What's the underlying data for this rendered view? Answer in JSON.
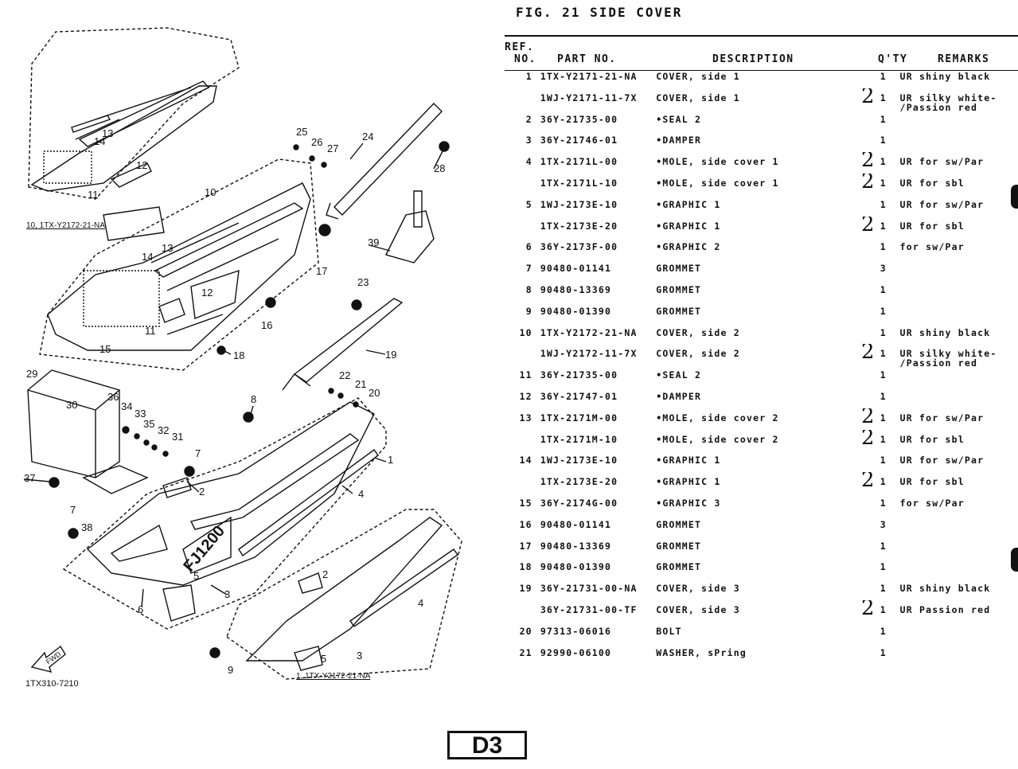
{
  "figure": {
    "title": "FIG. 21  SIDE COVER"
  },
  "headers": {
    "ref": "REF.",
    "no": "NO.",
    "part_no": "PART NO.",
    "description": "DESCRIPTION",
    "qty": "Q'TY",
    "remarks": "REMARKS"
  },
  "rows": [
    {
      "ref": "1",
      "part": "1TX-Y2171-21-NA",
      "desc": "COVER, side 1",
      "hand": "",
      "qty": "1",
      "rem": "UR shiny black"
    },
    {
      "ref": "",
      "part": "1WJ-Y2171-11-7X",
      "desc": "COVER, side 1",
      "hand": "2",
      "qty": "1",
      "rem": "UR silky white-\n/Passion red"
    },
    {
      "ref": "2",
      "part": "36Y-21735-00",
      "desc": "•SEAL 2",
      "hand": "",
      "qty": "1",
      "rem": ""
    },
    {
      "ref": "3",
      "part": "36Y-21746-01",
      "desc": "•DAMPER",
      "hand": "",
      "qty": "1",
      "rem": ""
    },
    {
      "ref": "4",
      "part": "1TX-2171L-00",
      "desc": "•MOLE, side cover 1",
      "hand": "2",
      "qty": "1",
      "rem": "UR for sw/Par"
    },
    {
      "ref": "",
      "part": "1TX-2171L-10",
      "desc": "•MOLE, side cover 1",
      "hand": "2",
      "qty": "1",
      "rem": "UR for sbl"
    },
    {
      "ref": "5",
      "part": "1WJ-2173E-10",
      "desc": "•GRAPHIC 1",
      "hand": "",
      "qty": "1",
      "rem": "UR for sw/Par"
    },
    {
      "ref": "",
      "part": "1TX-2173E-20",
      "desc": "•GRAPHIC 1",
      "hand": "2",
      "qty": "1",
      "rem": "UR for sbl"
    },
    {
      "ref": "6",
      "part": "36Y-2173F-00",
      "desc": "•GRAPHIC 2",
      "hand": "",
      "qty": "1",
      "rem": "for sw/Par"
    },
    {
      "ref": "7",
      "part": "90480-01141",
      "desc": "GROMMET",
      "hand": "",
      "qty": "3",
      "rem": ""
    },
    {
      "ref": "8",
      "part": "90480-13369",
      "desc": "GROMMET",
      "hand": "",
      "qty": "1",
      "rem": ""
    },
    {
      "ref": "9",
      "part": "90480-01390",
      "desc": "GROMMET",
      "hand": "",
      "qty": "1",
      "rem": ""
    },
    {
      "ref": "10",
      "part": "1TX-Y2172-21-NA",
      "desc": "COVER, side 2",
      "hand": "",
      "qty": "1",
      "rem": "UR shiny black"
    },
    {
      "ref": "",
      "part": "1WJ-Y2172-11-7X",
      "desc": "COVER, side 2",
      "hand": "2",
      "qty": "1",
      "rem": "UR silky white-\n/Passion red"
    },
    {
      "ref": "11",
      "part": "36Y-21735-00",
      "desc": "•SEAL 2",
      "hand": "",
      "qty": "1",
      "rem": ""
    },
    {
      "ref": "12",
      "part": "36Y-21747-01",
      "desc": "•DAMPER",
      "hand": "",
      "qty": "1",
      "rem": ""
    },
    {
      "ref": "13",
      "part": "1TX-2171M-00",
      "desc": "•MOLE, side cover 2",
      "hand": "2",
      "qty": "1",
      "rem": "UR for sw/Par"
    },
    {
      "ref": "",
      "part": "1TX-2171M-10",
      "desc": "•MOLE, side cover 2",
      "hand": "2",
      "qty": "1",
      "rem": "UR for sbl"
    },
    {
      "ref": "14",
      "part": "1WJ-2173E-10",
      "desc": "•GRAPHIC 1",
      "hand": "",
      "qty": "1",
      "rem": "UR for sw/Par"
    },
    {
      "ref": "",
      "part": "1TX-2173E-20",
      "desc": "•GRAPHIC 1",
      "hand": "2",
      "qty": "1",
      "rem": "UR for sbl"
    },
    {
      "ref": "15",
      "part": "36Y-2174G-00",
      "desc": "•GRAPHIC 3",
      "hand": "",
      "qty": "1",
      "rem": "for sw/Par"
    },
    {
      "ref": "16",
      "part": "90480-01141",
      "desc": "GROMMET",
      "hand": "",
      "qty": "3",
      "rem": ""
    },
    {
      "ref": "17",
      "part": "90480-13369",
      "desc": "GROMMET",
      "hand": "",
      "qty": "1",
      "rem": ""
    },
    {
      "ref": "18",
      "part": "90480-01390",
      "desc": "GROMMET",
      "hand": "",
      "qty": "1",
      "rem": ""
    },
    {
      "ref": "19",
      "part": "36Y-21731-00-NA",
      "desc": "COVER, side 3",
      "hand": "",
      "qty": "1",
      "rem": "UR shiny black"
    },
    {
      "ref": "",
      "part": "36Y-21731-00-TF",
      "desc": "COVER, side 3",
      "hand": "2",
      "qty": "1",
      "rem": "UR Passion red"
    },
    {
      "ref": "20",
      "part": "97313-06016",
      "desc": "BOLT",
      "hand": "",
      "qty": "1",
      "rem": ""
    },
    {
      "ref": "21",
      "part": "92990-06100",
      "desc": "WASHER, sPring",
      "hand": "",
      "qty": "1",
      "rem": ""
    }
  ],
  "diagram": {
    "callouts": [
      "1",
      "2",
      "2",
      "3",
      "3",
      "4",
      "4",
      "5",
      "5",
      "6",
      "7",
      "7",
      "8",
      "9",
      "10",
      "11",
      "11",
      "12",
      "12",
      "13",
      "13",
      "14",
      "14",
      "15",
      "16",
      "17",
      "18",
      "19",
      "20",
      "21",
      "22",
      "23",
      "24",
      "25",
      "26",
      "27",
      "28",
      "29",
      "30",
      "31",
      "32",
      "33",
      "34",
      "35",
      "36",
      "37",
      "38",
      "39"
    ],
    "inset_label_top": "10, 1TX-Y2172-21-NA",
    "inset_label_bottom": "1, 1TX-Y2172-21-NA",
    "brand_text": "FJ1200",
    "fwd_label": "FWD",
    "drawing_code": "1TX310-7210"
  },
  "page_id": "D3"
}
